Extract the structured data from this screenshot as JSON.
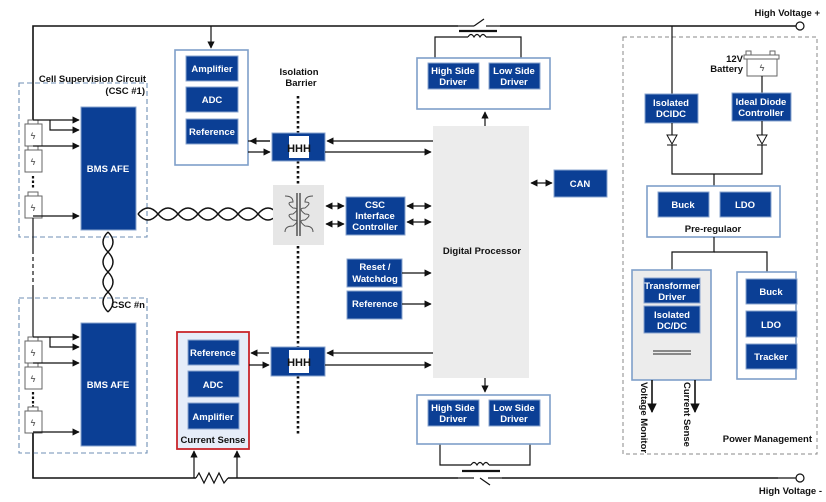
{
  "diagram": {
    "rails": {
      "hv_plus": "High Voltage +",
      "hv_minus": "High Voltage -"
    },
    "csc1": {
      "title_line1": "Cell Supervision Circuit",
      "title_line2": "(CSC #1)",
      "afe_label": "BMS AFE"
    },
    "cscn": {
      "title": "CSC #n",
      "afe_label": "BMS AFE"
    },
    "voltage_sense": {
      "blocks": [
        "Amplifier",
        "ADC",
        "Reference"
      ]
    },
    "current_sense": {
      "title": "Current Sense",
      "blocks": [
        "Reference",
        "ADC",
        "Amplifier"
      ]
    },
    "isolation": {
      "line1": "Isolation",
      "line2": "Barrier"
    },
    "csc_interface": {
      "line1": "CSC",
      "line2": "Interface",
      "line3": "Controller"
    },
    "reset_watchdog": {
      "line1": "Reset /",
      "line2": "Watchdog"
    },
    "reference": {
      "label": "Reference"
    },
    "digital_processor": {
      "label": "Digital Processor"
    },
    "can": {
      "label": "CAN"
    },
    "top_driver": {
      "high_line1": "High Side",
      "high_line2": "Driver",
      "low_line1": "Low Side",
      "low_line2": "Driver"
    },
    "bottom_driver": {
      "high_line1": "High Side",
      "high_line2": "Driver",
      "low_line1": "Low Side",
      "low_line2": "Driver"
    },
    "power": {
      "title": "Power Management",
      "battery_line1": "12V",
      "battery_line2": "Battery",
      "isolated_dcdc_line1": "Isolated",
      "isolated_dcdc_line2": "DCIDC",
      "ideal_diode_line1": "Ideal Diode",
      "ideal_diode_line2": "Controller",
      "prereg_title": "Pre-regulaor",
      "prereg_blocks": [
        "Buck",
        "LDO"
      ],
      "xfmr_driver_line1": "Transformer",
      "xfmr_driver_line2": "Driver",
      "iso_dcdc_line1": "Isolated",
      "iso_dcdc_line2": "DC/DC",
      "regulators": [
        "Buck",
        "LDO",
        "Tracker"
      ],
      "voltage_monitor": "Voltage Monitor",
      "current_sense": "Current Sense"
    },
    "colors": {
      "block_blue": "#0b3f95",
      "frame_border": "#7f9fc9",
      "current_sense_border": "#c9262c",
      "processor_grey": "#ececec"
    }
  }
}
